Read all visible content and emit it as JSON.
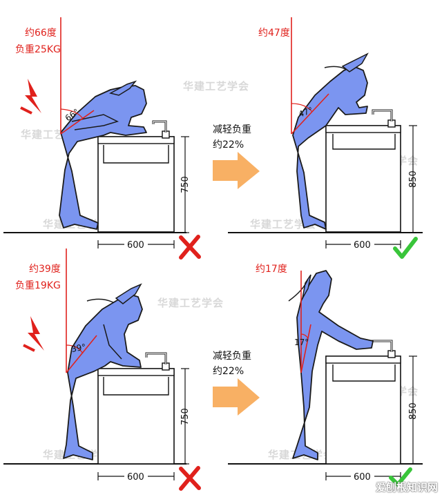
{
  "panels": [
    {
      "angle_label": "约66度",
      "load_label": "负重25KG",
      "angle_value": "66°",
      "height": "750",
      "width": "600",
      "verdict": "wrong"
    },
    {
      "angle_label": "约47度",
      "angle_value": "47°",
      "height": "850",
      "width": "600",
      "verdict": "correct"
    },
    {
      "angle_label": "约39度",
      "load_label": "负重19KG",
      "angle_value": "39°",
      "height": "750",
      "width": "600",
      "verdict": "wrong"
    },
    {
      "angle_label": "约17度",
      "angle_value": "17°",
      "height": "850",
      "width": "600",
      "verdict": "correct"
    }
  ],
  "arrows": [
    {
      "line1": "减轻负重",
      "line2": "约22%"
    },
    {
      "line1": "减轻负重",
      "line2": "约22%"
    }
  ],
  "watermark": "华建工艺学会",
  "site_watermark": "爱刨根知识网",
  "colors": {
    "figure_fill": "#7b95f0",
    "figure_stroke": "#1a1a1a",
    "reference_red": "#e0211c",
    "arrow_orange": "#f8b064",
    "check_green": "#39c53a",
    "cross_red": "#e0211c"
  }
}
